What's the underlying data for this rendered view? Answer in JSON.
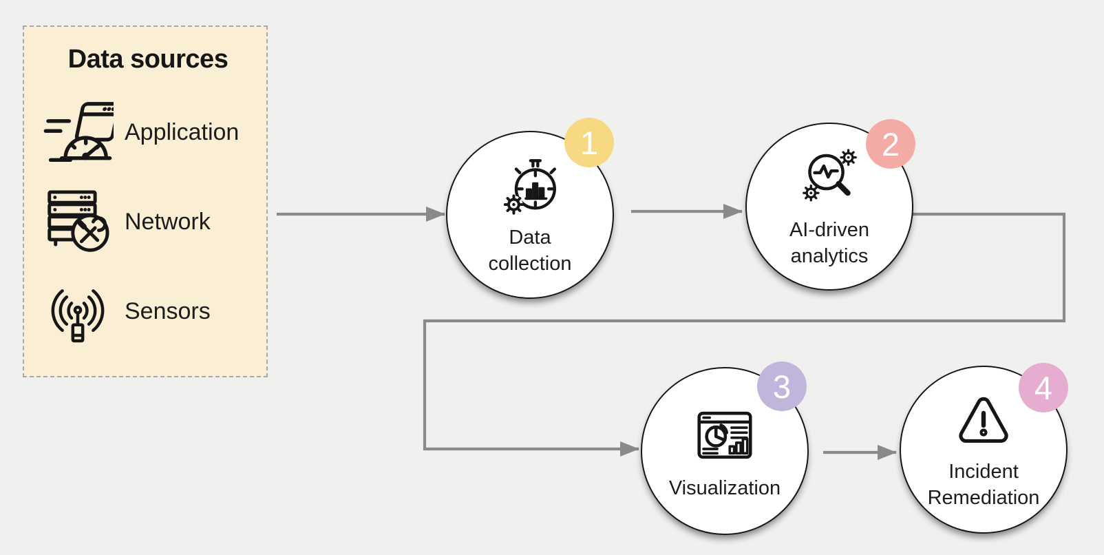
{
  "background": "#f0f0ee",
  "data_sources": {
    "title": "Data sources",
    "panel_bg": "#faeed4",
    "border_color": "#a9a9a9",
    "items": [
      {
        "label": "Application",
        "icon": "application-browser-gauge-icon"
      },
      {
        "label": "Network",
        "icon": "network-servers-tools-icon"
      },
      {
        "label": "Sensors",
        "icon": "sensors-antenna-icon"
      }
    ]
  },
  "steps": [
    {
      "number": "1",
      "label": "Data\ncollection",
      "badge_color": "#f7d883",
      "icon": "stopwatch-bar-chart-icon"
    },
    {
      "number": "2",
      "label": "AI-driven\nanalytics",
      "badge_color": "#f5aba5",
      "icon": "magnifier-pulse-gears-icon"
    },
    {
      "number": "3",
      "label": "Visualization",
      "badge_color": "#c2b5db",
      "icon": "dashboard-charts-icon"
    },
    {
      "number": "4",
      "label": "Incident\nRemediation",
      "badge_color": "#e5aed0",
      "icon": "warning-triangle-icon"
    }
  ],
  "connectors": {
    "color": "#8a8a8a",
    "edges": [
      "data-sources to step-1-data-collection",
      "step-1-data-collection to step-2-ai-driven-analytics",
      "step-2-ai-driven-analytics to step-3-visualization",
      "step-3-visualization to step-4-incident-remediation"
    ]
  }
}
